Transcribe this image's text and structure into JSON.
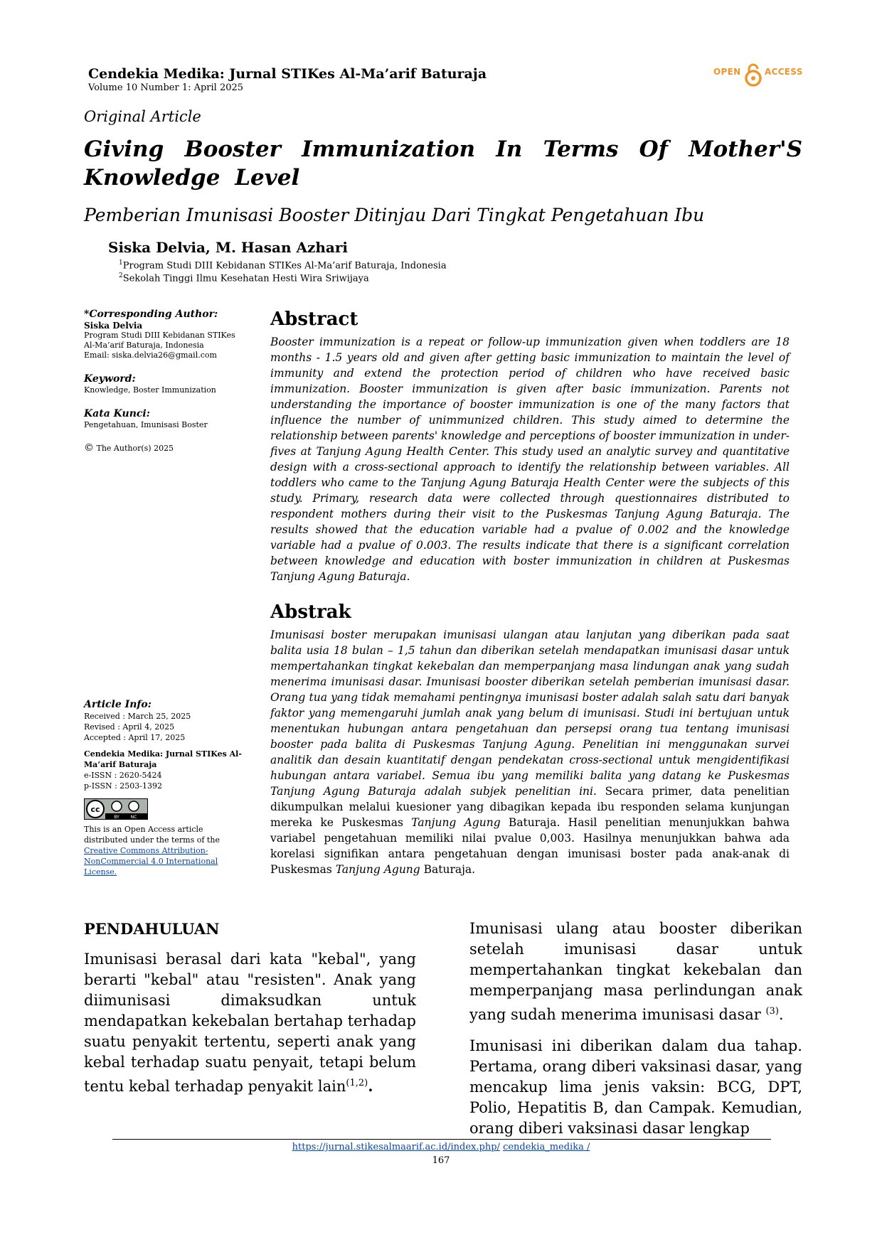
{
  "header": {
    "journal_title": "Cendekia Medika: Jurnal STIKes Al-Ma’arif Baturaja",
    "volume": "Volume 10 Number 1: April 2025",
    "open_access_left": "OPEN",
    "open_access_right": "ACCESS"
  },
  "article": {
    "type": "Original Article",
    "title": "Giving Booster Immunization In Terms Of Mother'S Knowledge Level",
    "subtitle": "Pemberian Imunisasi Booster Ditinjau Dari Tingkat Pengetahuan Ibu",
    "authors": "Siska Delvia, M. Hasan Azhari",
    "affiliations": [
      {
        "num": "1",
        "text": "Program Studi DIII Kebidanan STIKes Al-Ma’arif Baturaja, Indonesia"
      },
      {
        "num": "2",
        "text": "Sekolah Tinggi Ilmu Kesehatan Hesti Wira Sriwijaya"
      }
    ]
  },
  "sidebar": {
    "corresponding_label": "*Corresponding Author:",
    "corresponding_name": "Siska Delvia",
    "corresponding_affiliation": "Program Studi DIII Kebidanan STIKes Al-Ma’arif Baturaja, Indonesia",
    "corresponding_email": "Email: siska.delvia26@gmail.com",
    "keyword_label": "Keyword:",
    "keywords": "Knowledge, Boster Immunization",
    "kata_kunci_label": "Kata Kunci:",
    "kata_kunci": "Pengetahuan, Imunisasi Boster",
    "copyright": "The Author(s) 2025"
  },
  "article_info": {
    "label": "Article Info:",
    "received": "Received : March 25, 2025",
    "revised": "Revised : April 4, 2025",
    "accepted": "Accepted : April 17, 2025",
    "journal_name": "Cendekia Medika: Jurnal STIKes Al-Ma’arif Baturaja",
    "eissn": "e-ISSN : 2620-5424",
    "pissn": "p-ISSN : 2503-1392",
    "license_text": "This is an Open Access article distributed under the terms of the",
    "license_link": "Creative Commons Attribution-NonCommercial 4.0 International License."
  },
  "abstract": {
    "heading": "Abstract",
    "text": "Booster immunization is a repeat or follow-up immunization given when toddlers are 18 months - 1.5 years old and given after getting basic immunization to maintain the level of immunity and extend the protection period of children who have received basic immunization. Booster immunization is given after basic immunization. Parents not understanding the importance of booster immunization is one of the many factors that influence the number of unimmunized children. This study aimed to determine the relationship between parents' knowledge and perceptions of booster immunization in under-fives at Tanjung Agung Health Center. This study used an analytic survey and quantitative design with a cross-sectional approach to identify the relationship between variables. All toddlers who came to the Tanjung Agung Baturaja Health Center were the subjects of this study. Primary, research data were collected through questionnaires distributed to respondent mothers during their visit to the Puskesmas Tanjung Agung Baturaja. The results showed that the education variable had a pvalue of 0.002 and the knowledge variable had a pvalue of 0.003. The results indicate that there is a significant correlation between knowledge and education with boster immunization in children at Puskesmas Tanjung Agung Baturaja."
  },
  "abstrak": {
    "heading": "Abstrak",
    "text_italic": "Imunisasi boster merupakan imunisasi ulangan atau lanjutan yang diberikan pada saat balita usia 18 bulan – 1,5 tahun dan diberikan setelah mendapatkan imunisasi dasar untuk mempertahankan tingkat kekebalan dan memperpanjang masa lindungan anak yang sudah menerima imunisasi dasar. Imunisasi booster diberikan setelah pemberian imunisasi dasar. Orang tua yang tidak memahami pentingnya imunisasi boster adalah salah satu dari banyak faktor yang memengaruhi jumlah anak yang belum di imunisasi. Studi ini bertujuan untuk menentukan hubungan antara pengetahuan dan persepsi orang tua tentang imunisasi booster pada balita di Puskesmas Tanjung Agung. Penelitian ini menggunakan survei analitik dan desain kuantitatif dengan pendekatan cross-sectional untuk mengidentifikasi hubungan antara variabel. Semua ibu yang memiliki  balita yang datang ke Puskesmas Tanjung Agung Baturaja adalah subjek penelitian ini.",
    "text_normal_1": " Secara primer, data penelitian dikumpulkan melalui kuesioner yang dibagikan kepada ibu responden selama kunjungan mereka ke Puskesmas ",
    "text_italic_2": "Tanjung Agung",
    "text_normal_2": " Baturaja. Hasil penelitian menunjukkan bahwa variabel pengetahuan memiliki nilai pvalue 0,003. Hasilnya menunjukkan bahwa ada korelasi signifikan antara pengetahuan dengan imunisasi boster pada anak-anak di Puskesmas ",
    "text_italic_3": "Tanjung Agung",
    "text_normal_3": " Baturaja."
  },
  "body": {
    "section_heading": "PENDAHULUAN",
    "left_paragraph": "Imunisasi berasal dari kata \"kebal\", yang berarti \"kebal\" atau \"resisten\". Anak yang diimunisasi dimaksudkan untuk mendapatkan kekebalan bertahap terhadap suatu penyakit tertentu, seperti anak yang kebal terhadap suatu penyait, tetapi belum tentu kebal terhadap penyakit lain",
    "left_ref": "(1,2)",
    "right_paragraph_1": "Imunisasi ulang atau booster diberikan setelah imunisasi dasar untuk mempertahankan tingkat kekebalan dan memperpanjang masa perlindungan anak yang sudah menerima imunisasi dasar ",
    "right_ref_1": "(3)",
    "right_paragraph_2": "Imunisasi ini diberikan dalam dua tahap. Pertama, orang diberi vaksinasi dasar, yang mencakup lima jenis vaksin: BCG, DPT, Polio, Hepatitis B, dan Campak. Kemudian, orang diberi vaksinasi dasar lengkap"
  },
  "footer": {
    "url_1": "https://jurnal.stikesalmaarif.ac.id/index.php/",
    "url_2": "cendekia_medika /",
    "page": "167"
  },
  "colors": {
    "open_access": "#f0952a",
    "link": "#0645ad"
  }
}
